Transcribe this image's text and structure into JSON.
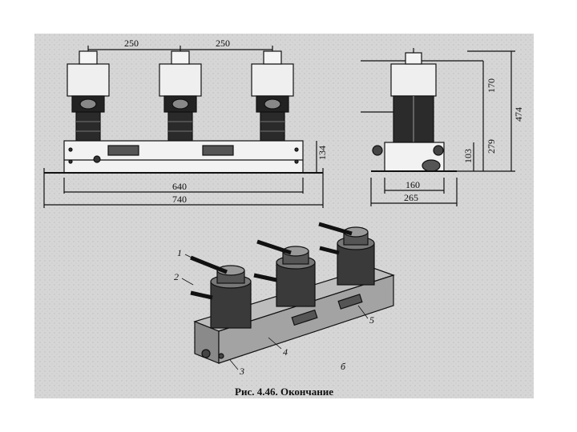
{
  "figure": {
    "caption": "Рис. 4.46. Окончание",
    "sub_label": "б"
  },
  "dimensions": {
    "pole_spacing_left": "250",
    "pole_spacing_right": "250",
    "frame_height": "134",
    "inner_length": "640",
    "overall_length": "740",
    "side_width_inner": "160",
    "side_width_outer": "265",
    "upper_height": "170",
    "total_height": "474",
    "middle_height": "279",
    "lower_height": "103"
  },
  "callouts": [
    "1",
    "2",
    "3",
    "4",
    "5"
  ]
}
